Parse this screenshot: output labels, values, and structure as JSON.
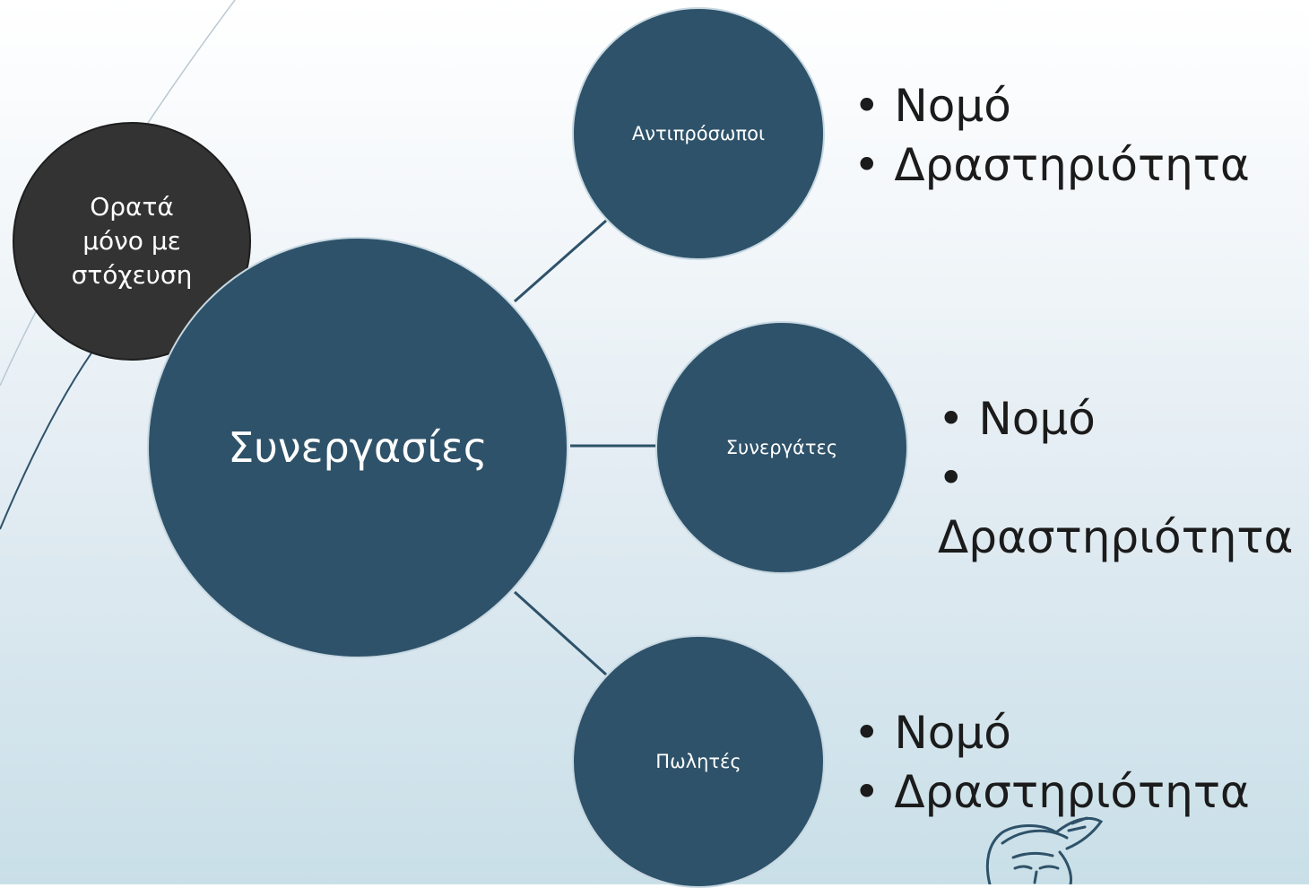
{
  "colors": {
    "node_fill": "#2e5269",
    "dark_node_fill": "#333333",
    "connector": "#2e5269",
    "background_top": "#ffffff",
    "background_bottom": "#c9dfe8"
  },
  "diagram": {
    "center": {
      "label": "Συνεργασίες"
    },
    "dark_node": {
      "lines": [
        "Ορατά",
        "μόνο με",
        "στόχευση"
      ]
    },
    "nodes": [
      {
        "label": "Αντιπρόσωποι",
        "bullets": [
          "Νομό",
          "Δραστηριότητα"
        ]
      },
      {
        "label": "Συνεργάτες",
        "bullets": [
          "Νομό",
          "Δραστηριότητα"
        ]
      },
      {
        "label": "Πωλητές",
        "bullets": [
          "Νομό",
          "Δραστηριότητα"
        ]
      }
    ]
  },
  "icons": {
    "logo": "hermes-head-logo"
  }
}
